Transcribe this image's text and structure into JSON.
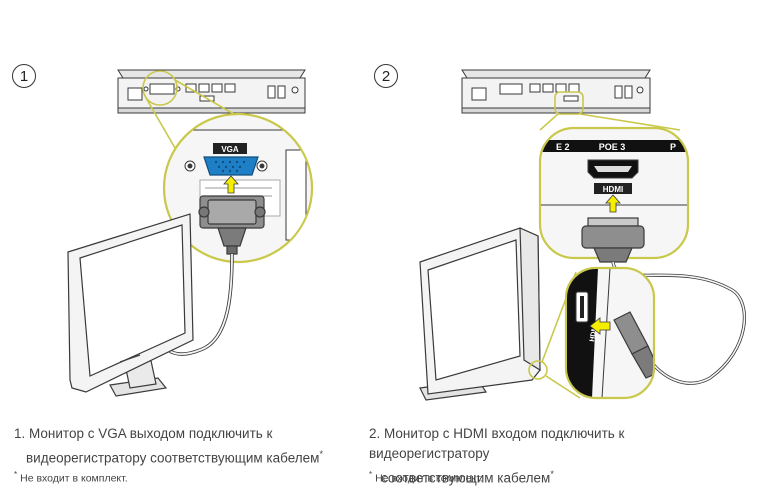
{
  "colors": {
    "accent": "#c9c84b",
    "stroke": "#3a3a3a",
    "vga_port": "#1e7fc6",
    "device_face": "#f3f3f3"
  },
  "panels": [
    {
      "step": "1",
      "connector_label": "VGA",
      "caption_line1": "1. Монитор с VGA выходом подключить к",
      "caption_line2": "видеорегистратору соответствующим кабелем",
      "footnote_mark": "*",
      "footnote": "Не входит в комплект."
    },
    {
      "step": "2",
      "connector_label": "HDMI",
      "port_labels": [
        "E 2",
        "POE 3",
        "P"
      ],
      "monitor_port_label": "HDMI",
      "caption_line1": "2. Монитор с HDMI входом подключить к видеорегистратору",
      "caption_line2": "соответствующим кабелем",
      "footnote_mark": "*",
      "footnote": "Не входит в комплект."
    }
  ],
  "icons": [
    "vga-port-icon",
    "hdmi-port-icon",
    "vga-plug-icon",
    "hdmi-plug-icon",
    "arrow-up-icon",
    "monitor-icon",
    "dvr-device-icon"
  ]
}
